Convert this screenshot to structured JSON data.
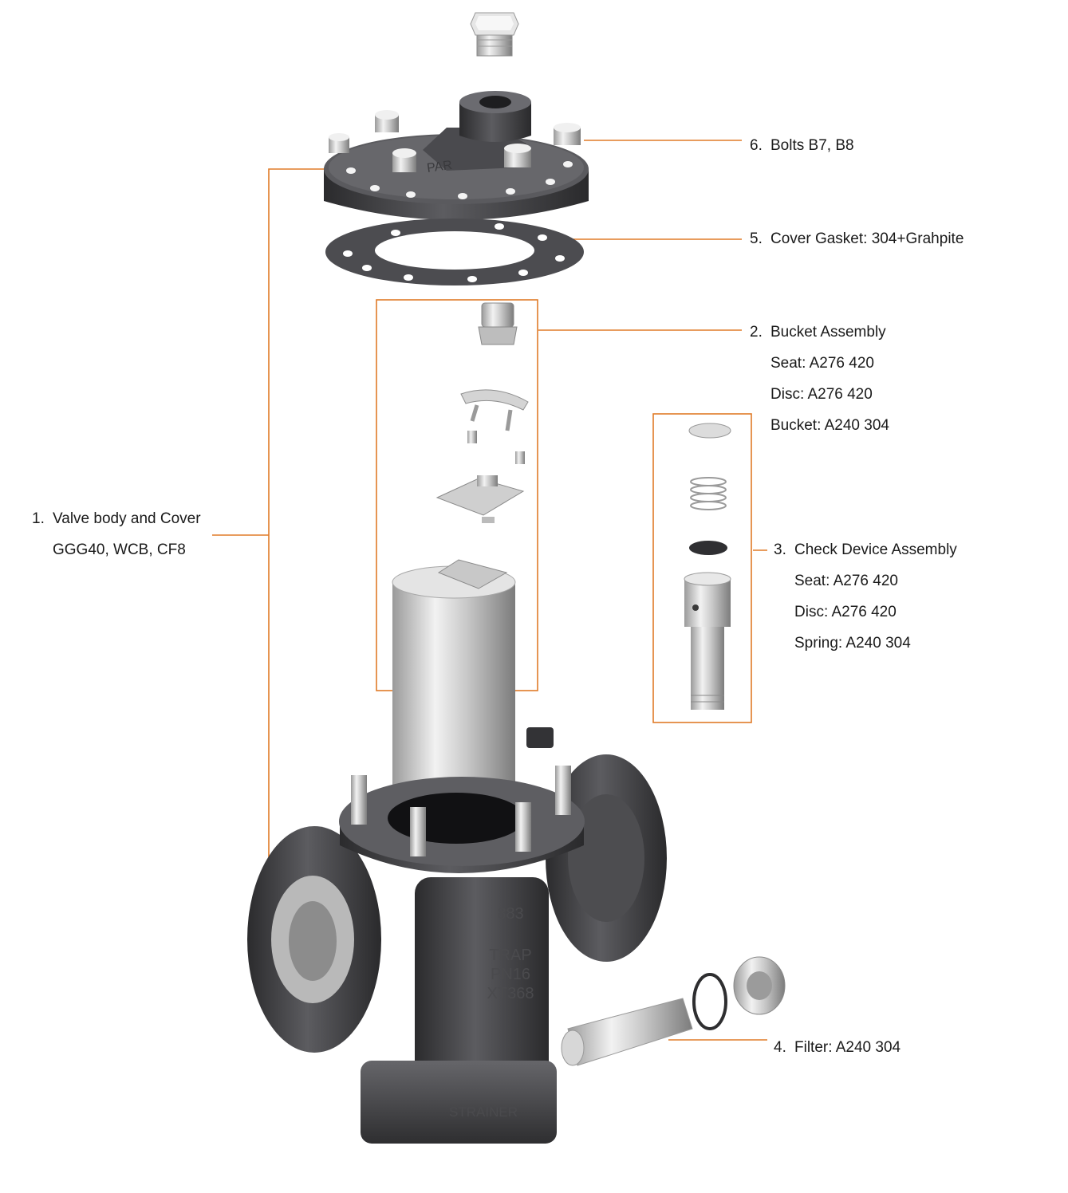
{
  "accent_color": "#e07b28",
  "callouts": [
    {
      "id": "c1",
      "number": "1.",
      "title": "Valve body and Cover",
      "details": [
        "GGG40, WCB, CF8"
      ]
    },
    {
      "id": "c2",
      "number": "2.",
      "title": "Bucket Assembly",
      "details": [
        "Seat: A276 420",
        "Disc: A276 420",
        "Bucket: A240 304"
      ]
    },
    {
      "id": "c3",
      "number": "3.",
      "title": "Check Device Assembly",
      "details": [
        "Seat: A276 420",
        "Disc: A276 420",
        "Spring: A240 304"
      ]
    },
    {
      "id": "c4",
      "number": "4.",
      "title": "Filter: A240 304",
      "details": []
    },
    {
      "id": "c5",
      "number": "5.",
      "title": "Cover Gasket: 304+Grahpite",
      "details": []
    },
    {
      "id": "c6",
      "number": "6.",
      "title": "Bolts B7, B8",
      "details": []
    }
  ],
  "body_casting_text": [
    "883",
    "TRAP",
    "PN16",
    "XT368"
  ],
  "cover_casting_text": "PAR",
  "base_casting_text": "STRAINER"
}
